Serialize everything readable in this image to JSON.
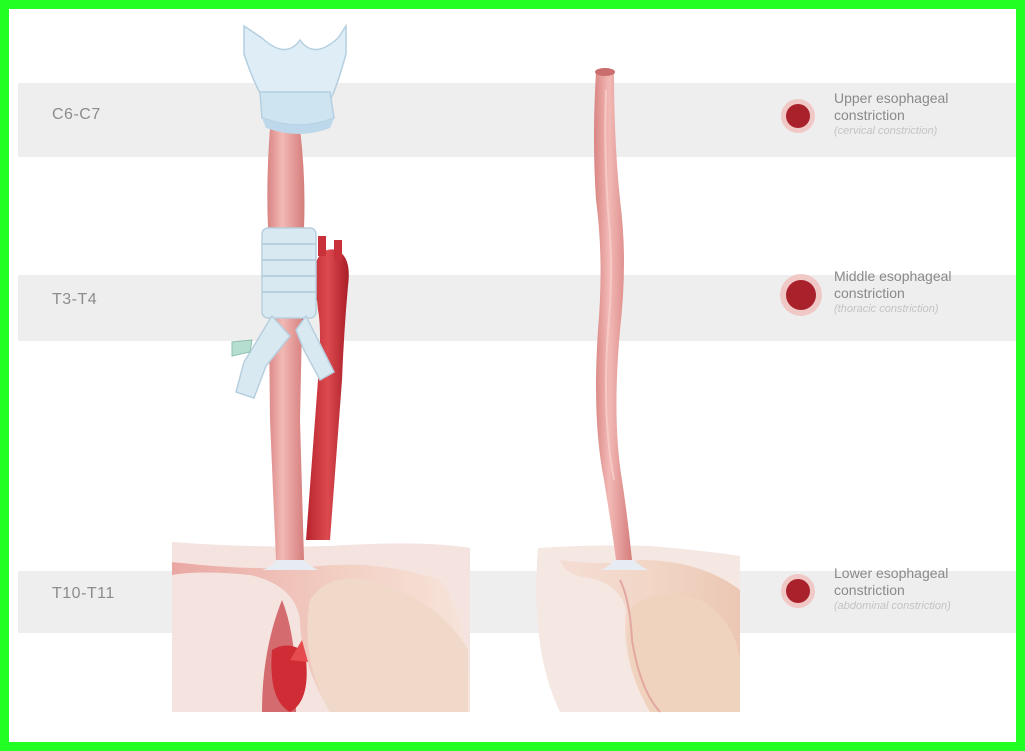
{
  "levels": [
    {
      "label": "C6-C7"
    },
    {
      "label": "T3-T4"
    },
    {
      "label": "T10-T11"
    }
  ],
  "legend": [
    {
      "title": "Upper esophageal constriction",
      "subtitle": "(cervical constriction)"
    },
    {
      "title": "Middle esophageal constriction",
      "subtitle": "(thoracic constriction)"
    },
    {
      "title": "Lower esophageal constriction",
      "subtitle": "(abdominal constriction)"
    }
  ],
  "colors": {
    "frame_border": "#22ff22",
    "band": "#eeeeee",
    "esophagus": "#e9a3a1",
    "aorta": "#c8313a",
    "trachea": "#d7e8f2",
    "constriction_dot": "#a9212b"
  }
}
